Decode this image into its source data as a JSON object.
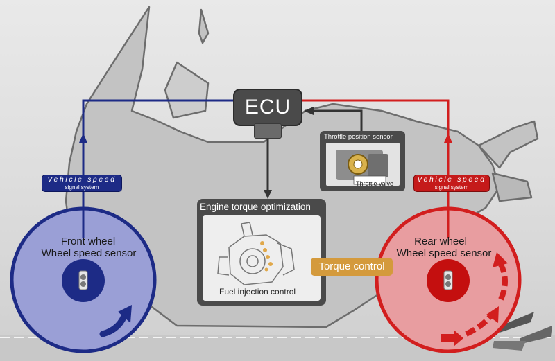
{
  "ecu": {
    "label": "ECU"
  },
  "front_signal": {
    "line1": "Vehicle speed",
    "line2": "signal system"
  },
  "rear_signal": {
    "line1": "Vehicle speed",
    "line2": "signal system"
  },
  "throttle": {
    "title": "Throttle position sensor",
    "valve_label": "Throttle valve"
  },
  "engine": {
    "title": "Engine torque optimization",
    "subtitle": "Fuel injection control"
  },
  "torque": {
    "label": "Torque control"
  },
  "front_wheel": {
    "line1": "Front wheel",
    "line2": "Wheel speed sensor"
  },
  "rear_wheel": {
    "line1": "Rear wheel",
    "line2": "Wheel speed sensor"
  },
  "colors": {
    "front": "#1d2b86",
    "front_fill": "#9a9fd6",
    "rear": "#d21e1e",
    "rear_fill": "#e89da0",
    "panel": "#4a4a4a",
    "torque": "#d49a3c",
    "motorcycle_fill": "#c3c3c3"
  }
}
